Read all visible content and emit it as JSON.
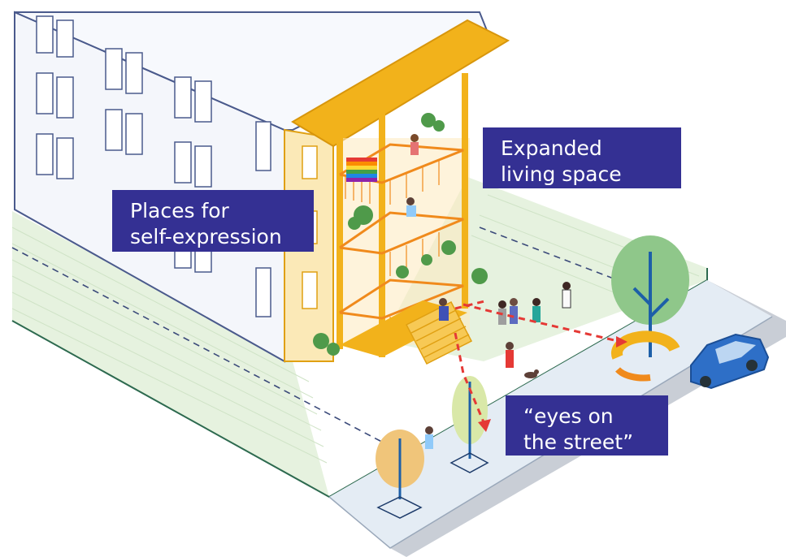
{
  "labels": {
    "expanded_living_space": "Expanded\nliving space",
    "self_expression": "Places for\nself-expression",
    "eyes_on_street": "“eyes on\nthe street”"
  },
  "colors": {
    "label_bg": "#343093",
    "label_text": "#ffffff",
    "porch_accent": "#f2b21b",
    "porch_frame": "#f08a1c",
    "building_wall": "#f4f6fb",
    "building_outline": "#4a5a8c",
    "lawn": "#e6f2df",
    "sidewalk": "#e4ecf4",
    "street_curb": "#c9ced6",
    "path_arrow": "#e53935",
    "tree_green": "#8fc78a",
    "tree_trunk": "#1d5fa8",
    "car": "#2e6fc7"
  },
  "icons": [
    "pride-flag",
    "dog",
    "car",
    "tree",
    "planter",
    "arrow"
  ]
}
